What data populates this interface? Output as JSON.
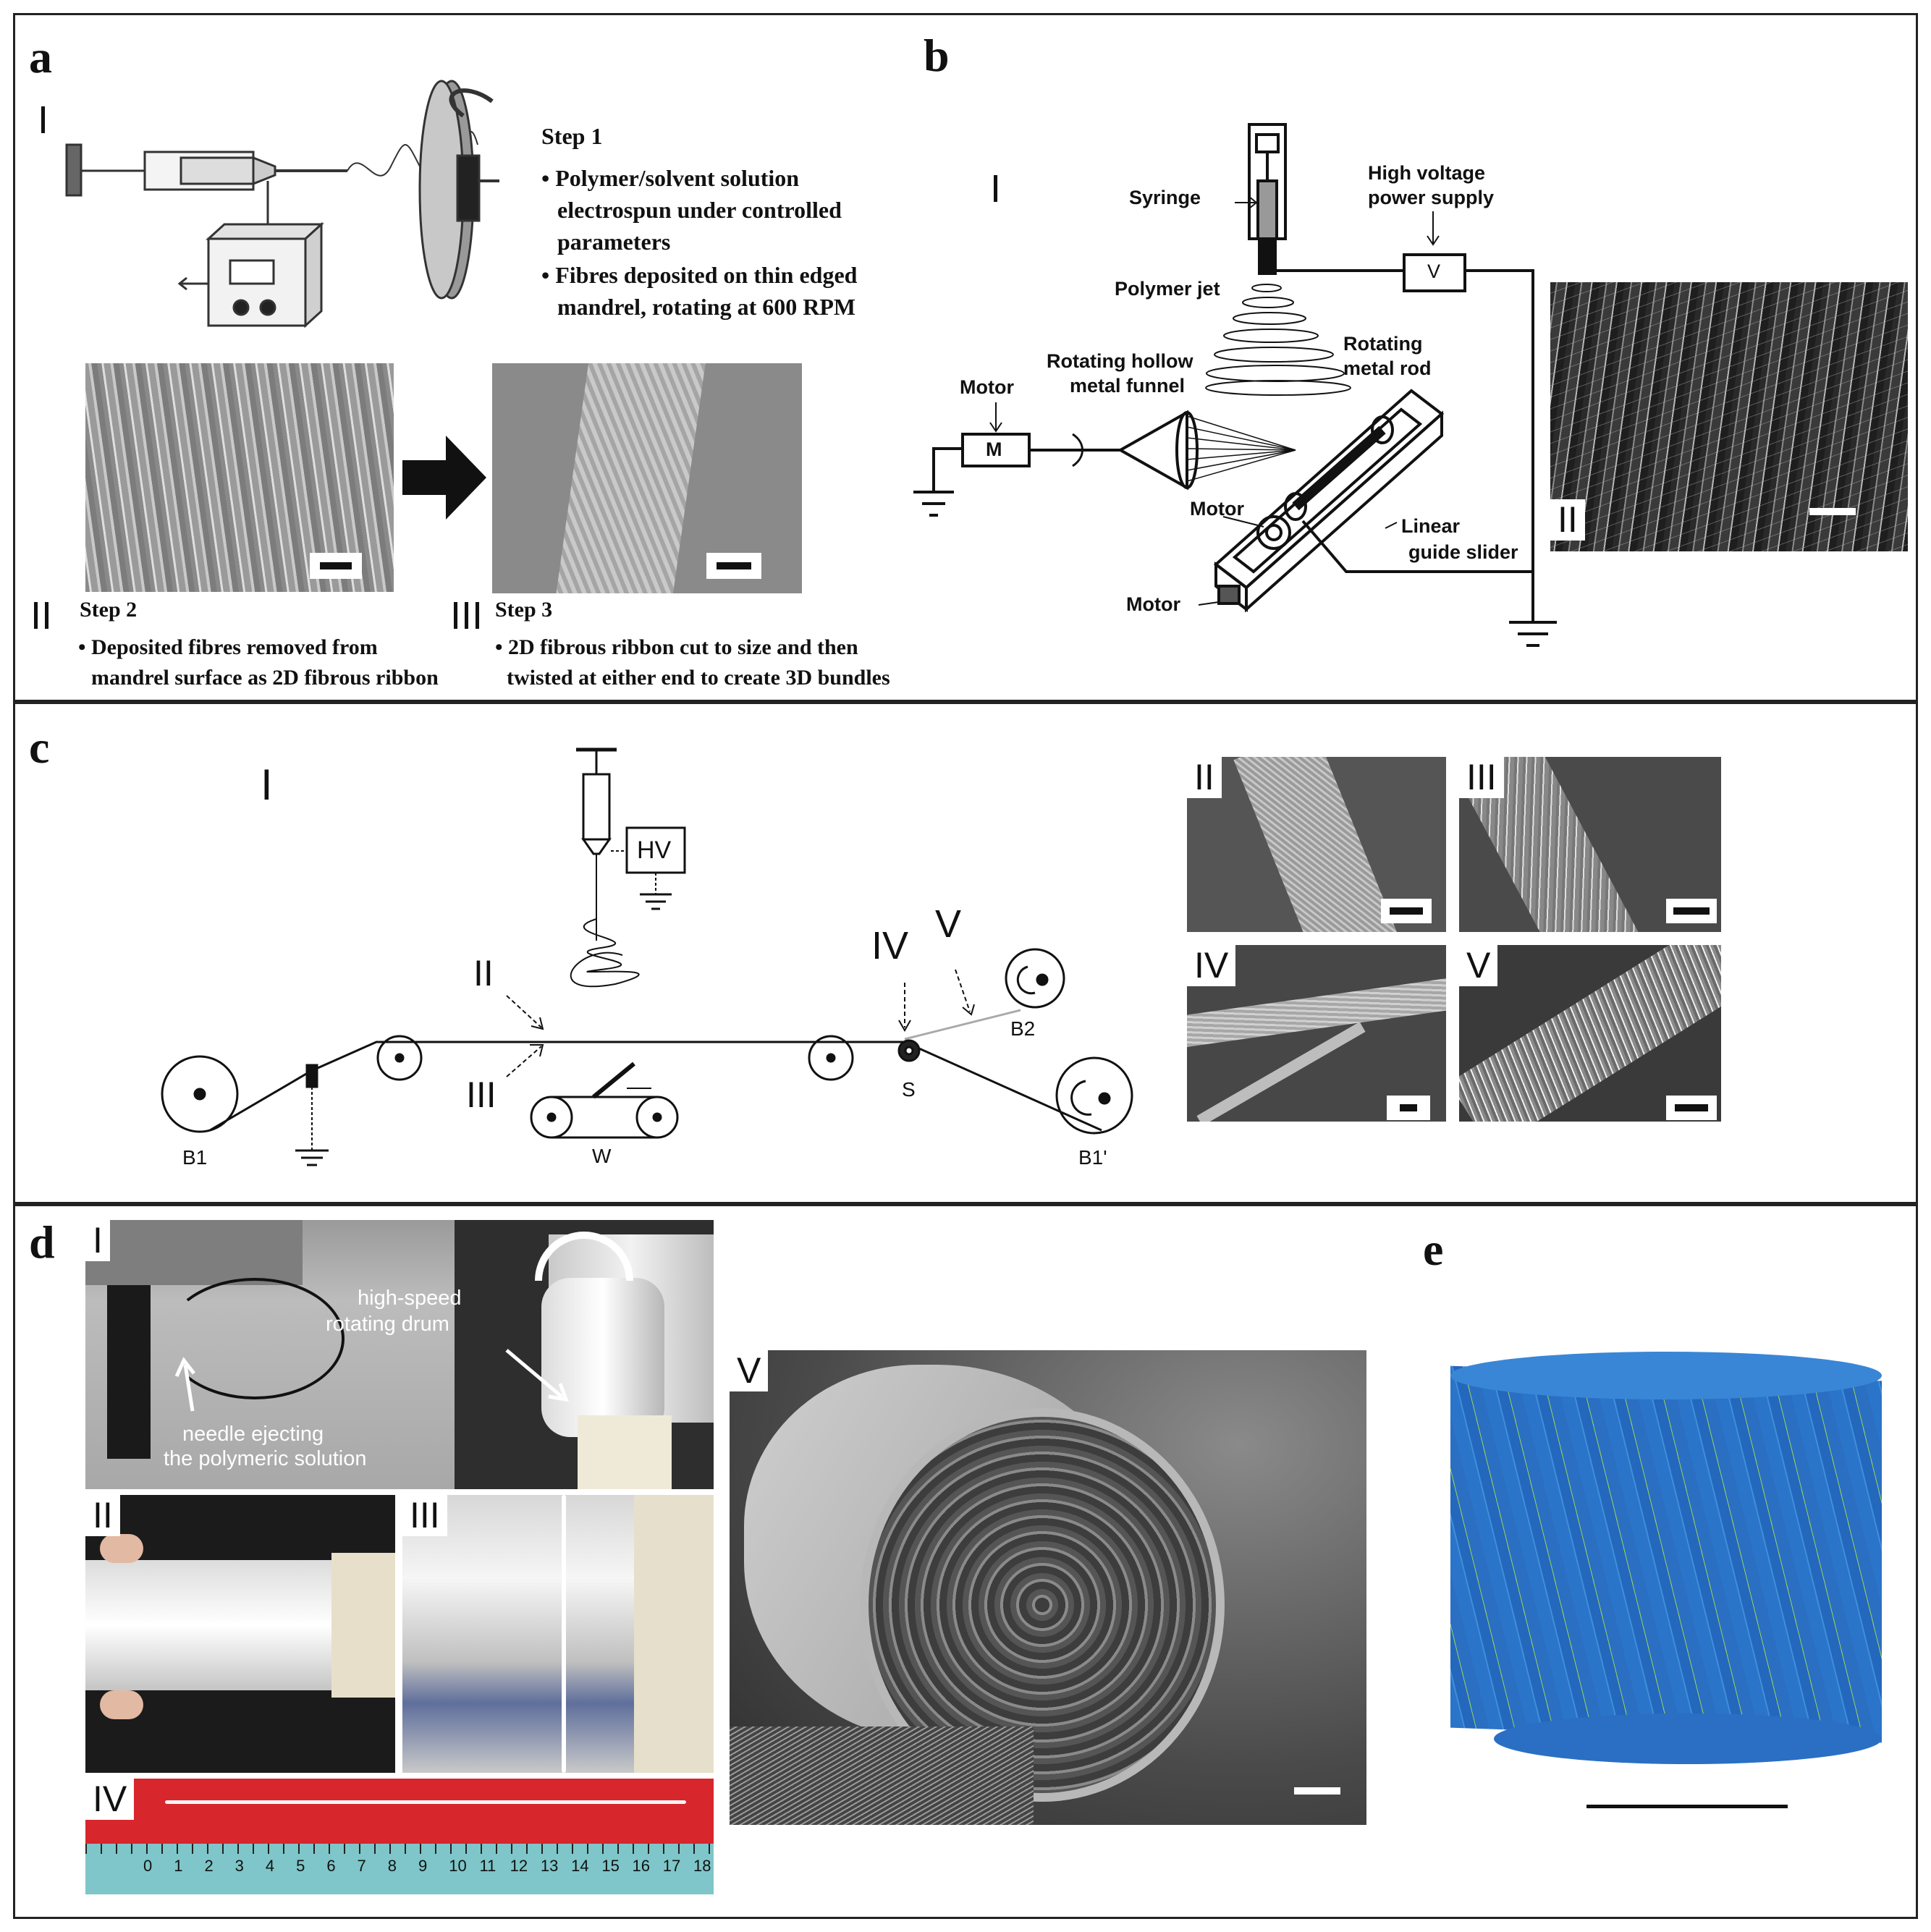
{
  "panels": {
    "a": {
      "letter": "a",
      "roman_I": "I",
      "roman_II": "II",
      "roman_III": "III",
      "step1_title": "Step 1",
      "step1_b1": "• Polymer/solvent solution",
      "step1_b1b": "electrospun under controlled",
      "step1_b1c": "parameters",
      "step1_b2": "• Fibres deposited on thin edged",
      "step1_b2b": "mandrel, rotating at 600 RPM",
      "step2_title": "Step 2",
      "step2_b1": "• Deposited fibres removed from",
      "step2_b1b": "mandrel surface as 2D fibrous ribbon",
      "step3_title": "Step 3",
      "step3_b1": "• 2D fibrous ribbon cut to size and then",
      "step3_b1b": "twisted at either end to create 3D bundles"
    },
    "b": {
      "letter": "b",
      "roman_I": "I",
      "roman_II": "II",
      "syringe": "Syringe",
      "hv1": "High voltage",
      "hv2": "power supply",
      "v": "V",
      "polymer_jet": "Polymer jet",
      "rot_funnel1": "Rotating hollow",
      "rot_funnel2": "metal funnel",
      "rot_rod1": "Rotating",
      "rot_rod2": "metal rod",
      "motor1": "Motor",
      "m": "M",
      "motor2": "Motor",
      "motor3": "Motor",
      "linear1": "Linear",
      "linear2": "guide slider"
    },
    "c": {
      "letter": "c",
      "roman_I": "I",
      "hv": "HV",
      "arrow_II": "II",
      "arrow_III": "III",
      "arrow_IV": "IV",
      "arrow_V": "V",
      "b1": "B1",
      "b1p": "B1'",
      "b2": "B2",
      "w": "W",
      "s": "S",
      "sem_II": "II",
      "sem_III": "III",
      "sem_IV": "IV",
      "sem_V": "V"
    },
    "d": {
      "letter": "d",
      "roman_I": "I",
      "roman_II": "II",
      "roman_III": "III",
      "roman_IV": "IV",
      "roman_V": "V",
      "drum1": "high-speed",
      "drum2": "rotating drum",
      "needle1": "needle ejecting",
      "needle2": "the polymeric solution",
      "ruler_ticks": [
        "0",
        "1",
        "2",
        "3",
        "4",
        "5",
        "6",
        "7",
        "8",
        "9",
        "10",
        "11",
        "12",
        "13",
        "14",
        "15",
        "16",
        "17",
        "18"
      ]
    },
    "e": {
      "letter": "e"
    }
  },
  "colors": {
    "frame": "#222222",
    "sem_gray": "#6d6d6d",
    "cylinder_blue": "#2a74c9",
    "fibre_green": "#9ed35a",
    "ruler_red": "#d7262c",
    "ruler_teal": "#7ec6c9"
  }
}
